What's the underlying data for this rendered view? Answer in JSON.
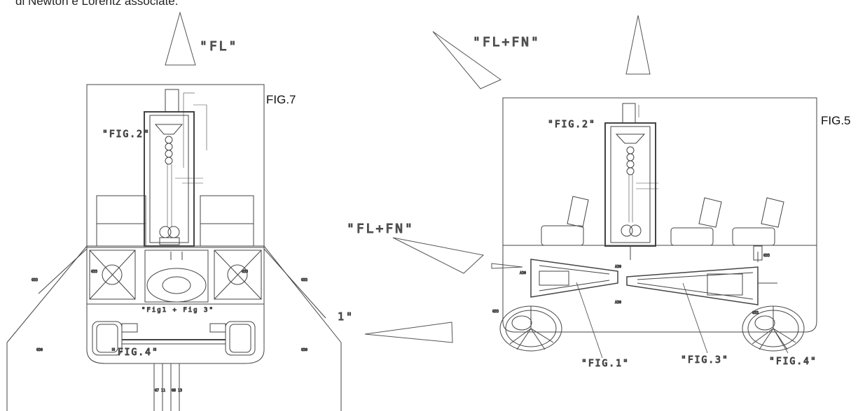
{
  "caption": "di Newton e Lorentz associate.",
  "fig7": {
    "title": "FIG.7",
    "force_label": "\"FL\"",
    "fig2_label": "\"FIG.2\"",
    "fig13_label": "\"Fig1 + Fig 3\"",
    "fig4_label": "\"FIG.4\"",
    "partial_label": "1\""
  },
  "fig5": {
    "title": "FIG.5",
    "force_top": "\"FL+FN\"",
    "force_left": "\"FL+FN\"",
    "fig2_label": "\"FIG.2\"",
    "fig1_label": "\"FIG.1\"",
    "fig3_label": "\"FIG.3\"",
    "fig4_label": "\"FIG.4\""
  }
}
